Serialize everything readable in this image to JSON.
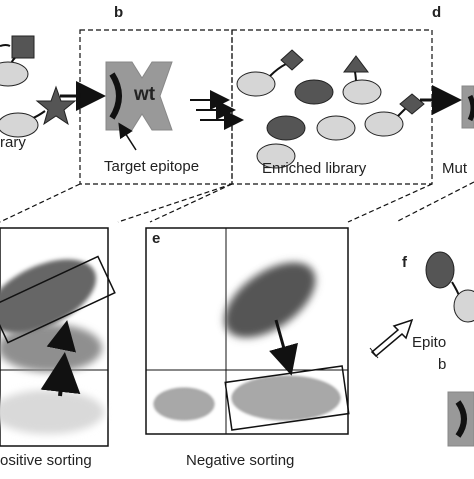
{
  "panels": {
    "b": {
      "letter": "b",
      "wt_label": "wt",
      "caption": "Target epitope"
    },
    "d": {
      "letter": "d",
      "caption_partial": "Mut"
    },
    "e": {
      "letter": "e",
      "caption": "Negative sorting"
    },
    "f": {
      "letter": "f",
      "caption_line1_partial": "Epito",
      "caption_line2_partial": "b"
    }
  },
  "captions": {
    "library_partial": "rary",
    "enriched_library": "Enriched library",
    "positive_sorting_partial": "ositive sorting"
  },
  "colors": {
    "shape_dark": "#555555",
    "shape_gray": "#999999",
    "ellipse_light": "#d6d6d6",
    "stroke": "#111111"
  }
}
